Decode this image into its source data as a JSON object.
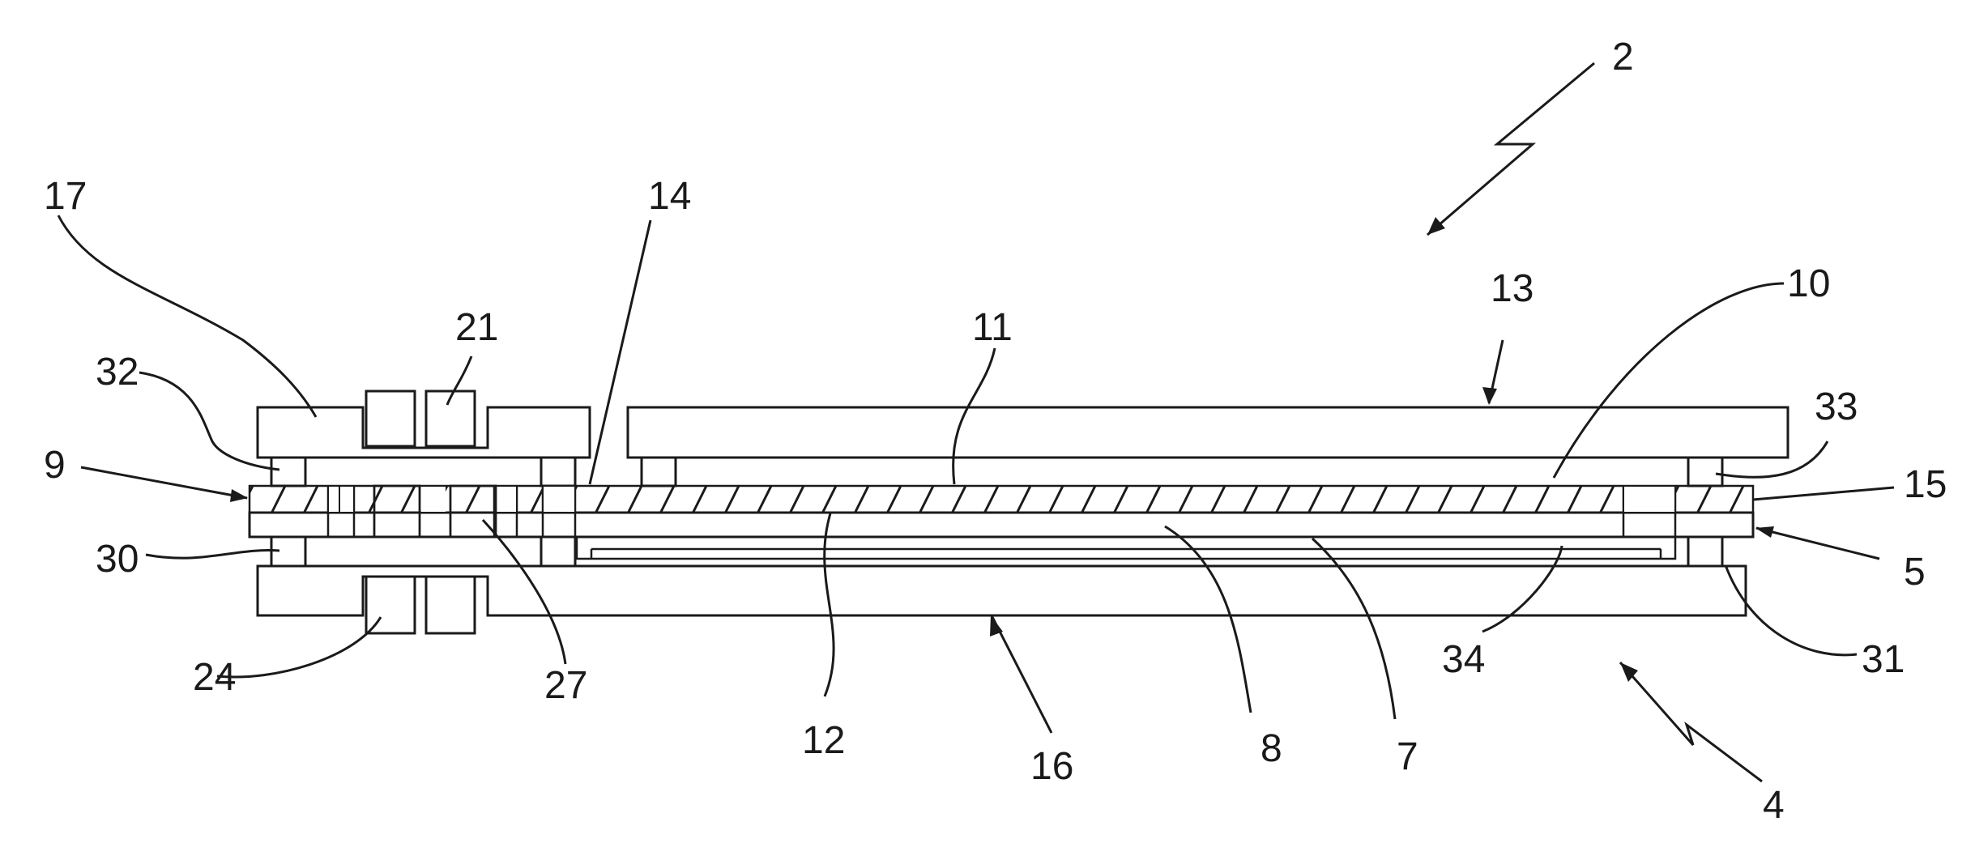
{
  "figure": {
    "labels": {
      "l2": "2",
      "l4": "4",
      "l5": "5",
      "l7": "7",
      "l8": "8",
      "l9": "9",
      "l10": "10",
      "l11": "11",
      "l12": "12",
      "l13": "13",
      "l14": "14",
      "l15": "15",
      "l16": "16",
      "l17": "17",
      "l21": "21",
      "l24": "24",
      "l27": "27",
      "l30": "30",
      "l31": "31",
      "l32": "32",
      "l33": "33",
      "l34": "34"
    },
    "colors": {
      "ink": "#1a1a1a",
      "paper": "#ffffff"
    }
  }
}
